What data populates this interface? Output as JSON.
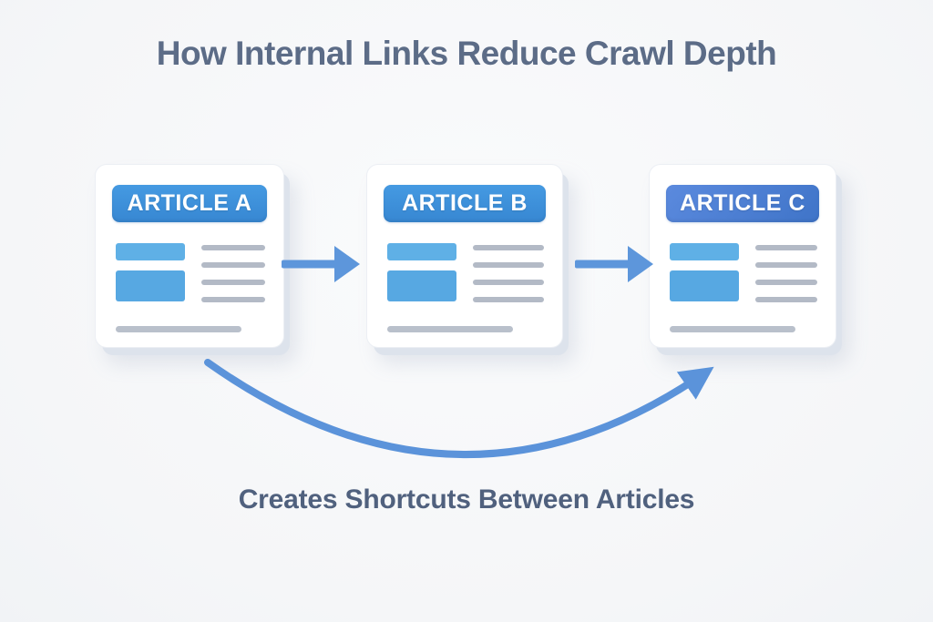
{
  "title": "How Internal Links Reduce Crawl Depth",
  "caption": "Creates Shortcuts Between Articles",
  "cards": [
    {
      "label": "ARTICLE A"
    },
    {
      "label": "ARTICLE B"
    },
    {
      "label": "ARTICLE C"
    }
  ],
  "icons": {
    "edge_a_b": "arrow-right-icon",
    "edge_b_c": "arrow-right-icon",
    "shortcut": "curved-shortcut-arrow-icon"
  },
  "colors": {
    "background": "#f7f8fa",
    "title_text": "#5c6c87",
    "caption_text": "#50617e",
    "badge_blue": "#3e92dc",
    "badge_indigo": "#4b7fd2",
    "content_block_blue": "#5fb0e6",
    "placeholder_line_gray": "#b3bac6",
    "arrow_blue": "#5d96db",
    "card_background": "#ffffff"
  },
  "diagram": {
    "type": "flow",
    "nodes": [
      "ARTICLE A",
      "ARTICLE B",
      "ARTICLE C"
    ],
    "edges": [
      {
        "from": "ARTICLE A",
        "to": "ARTICLE B",
        "style": "straight-arrow"
      },
      {
        "from": "ARTICLE B",
        "to": "ARTICLE C",
        "style": "straight-arrow"
      },
      {
        "from": "ARTICLE A",
        "to": "ARTICLE C",
        "style": "curved-shortcut-arrow",
        "meaning": "Creates Shortcuts Between Articles"
      }
    ]
  }
}
